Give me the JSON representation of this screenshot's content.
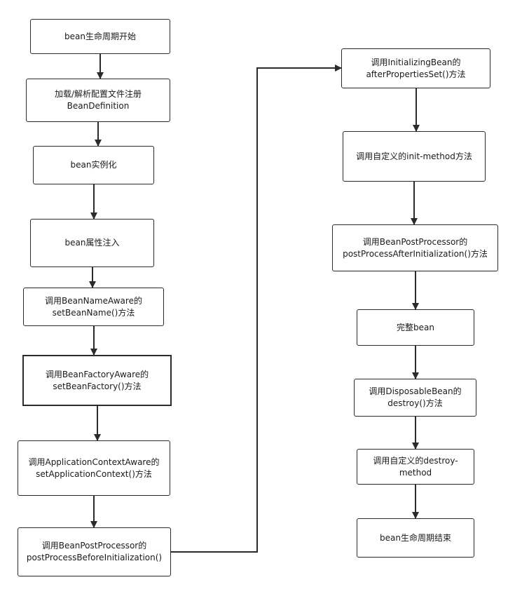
{
  "diagram": {
    "nodes": [
      {
        "id": "n1",
        "label": "bean生命周期开始"
      },
      {
        "id": "n2",
        "label": "加载/解析配置文件注册\nBeanDefinition"
      },
      {
        "id": "n3",
        "label": "bean实例化"
      },
      {
        "id": "n4",
        "label": "bean属性注入"
      },
      {
        "id": "n5",
        "label": "调用BeanNameAware的\nsetBeanName()方法"
      },
      {
        "id": "n6",
        "label": "调用BeanFactoryAware的\nsetBeanFactory()方法"
      },
      {
        "id": "n7",
        "label": "调用ApplicationContextAware的\nsetApplicationContext()方法"
      },
      {
        "id": "n8",
        "label": "调用BeanPostProcessor的\npostProcessBeforeInitialization()"
      },
      {
        "id": "n9",
        "label": "调用InitializingBean的\nafterPropertiesSet()方法"
      },
      {
        "id": "n10",
        "label": "调用自定义的init-method方法"
      },
      {
        "id": "n11",
        "label": "调用BeanPostProcessor的\npostProcessAfterInitialization()方法"
      },
      {
        "id": "n12",
        "label": "完整bean"
      },
      {
        "id": "n13",
        "label": "调用DisposableBean的\ndestroy()方法"
      },
      {
        "id": "n14",
        "label": "调用自定义的destroy-\nmethod"
      },
      {
        "id": "n15",
        "label": "bean生命周期结束"
      }
    ],
    "edges": [
      [
        "n1",
        "n2"
      ],
      [
        "n2",
        "n3"
      ],
      [
        "n3",
        "n4"
      ],
      [
        "n4",
        "n5"
      ],
      [
        "n5",
        "n6"
      ],
      [
        "n6",
        "n7"
      ],
      [
        "n7",
        "n8"
      ],
      [
        "n8",
        "n9"
      ],
      [
        "n9",
        "n10"
      ],
      [
        "n10",
        "n11"
      ],
      [
        "n11",
        "n12"
      ],
      [
        "n12",
        "n13"
      ],
      [
        "n13",
        "n14"
      ],
      [
        "n14",
        "n15"
      ]
    ]
  }
}
